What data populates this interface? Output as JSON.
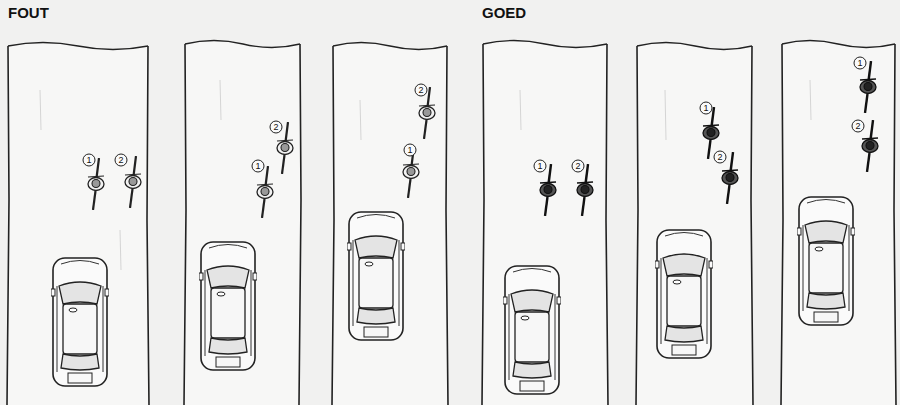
{
  "diagram": {
    "labels": [
      "FOUT",
      "1",
      "2",
      "2",
      "1",
      "2",
      "1",
      "GOED",
      "1",
      "2",
      "1",
      "2",
      "1",
      "2"
    ]
  }
}
